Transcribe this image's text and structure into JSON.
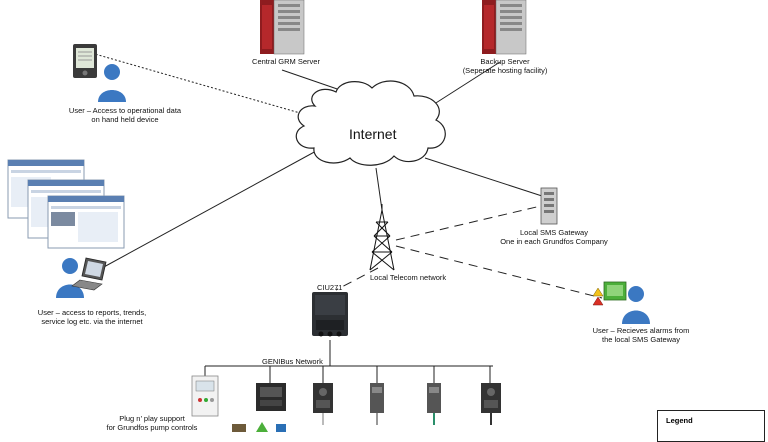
{
  "diagram": {
    "internet_label": "Internet",
    "central_server": {
      "line1": "Central GRM Server"
    },
    "backup_server": {
      "line1": "Backup Server",
      "line2": "(Seperate hosting facility)"
    },
    "handheld_user": {
      "line1": "User – Access to operational data",
      "line2": "on hand held device"
    },
    "internet_user": {
      "line1": "User – access to reports, trends,",
      "line2": "service log etc. via the internet"
    },
    "sms_gateway": {
      "line1": "Local SMS Gateway",
      "line2": "One in each Grundfos Company"
    },
    "telecom": {
      "line1": "Local Telecom network"
    },
    "ciu": {
      "line1": "CIU271"
    },
    "alarm_user": {
      "line1": "User – Recieves alarms from",
      "line2": "the local SMS Gateway"
    },
    "genibus": {
      "line1": "GENIBus Network"
    },
    "plug_play": {
      "line1": "Plug n’ play support",
      "line2": "for Grundfos pump controls"
    },
    "legend": {
      "title": "Legend"
    }
  },
  "colors": {
    "server_red": "#b5282b",
    "server_grey": "#c8c8c8",
    "user_blue": "#3b78c2",
    "alarm_green": "#4caf3a",
    "alarm_red": "#d93025",
    "line": "#222222"
  },
  "icons": [
    "server-icon",
    "user-icon",
    "pda-icon",
    "laptop-icon",
    "cloud-icon",
    "antenna-tower-icon",
    "ciu-module-icon",
    "pump-controller-icon",
    "alarm-screen-icon",
    "screenshot-stack-icon"
  ]
}
